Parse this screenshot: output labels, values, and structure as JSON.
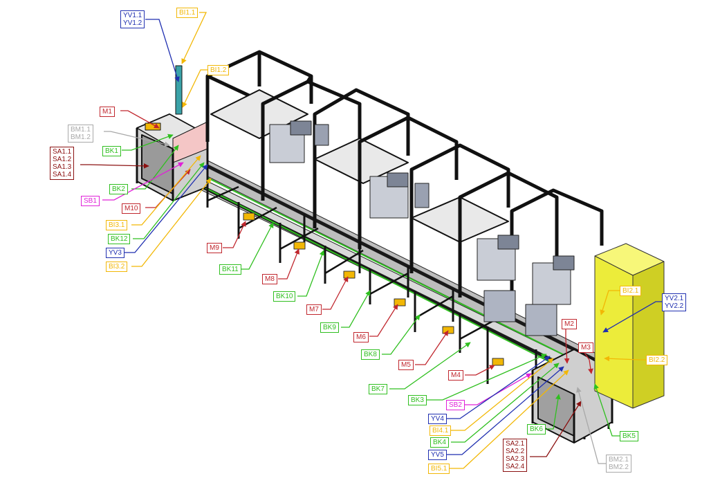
{
  "colors": {
    "red": "#c0262d",
    "green": "#2fbf1f",
    "blue": "#1f2fb0",
    "yellow": "#f2b705",
    "magenta": "#e020d8",
    "gray": "#a8a8a8",
    "darkred": "#8b1010",
    "frame": "#111111",
    "cabinet": "#ecec3a"
  },
  "labels": {
    "yv1": [
      "YV1.1",
      "YV1.2"
    ],
    "bi11": [
      "BI1.1"
    ],
    "bi12": [
      "BI1.2"
    ],
    "m1": [
      "M1"
    ],
    "bm1": [
      "BM1.1",
      "BM1.2"
    ],
    "bk1": [
      "BK1"
    ],
    "sa1": [
      "SA1.1",
      "SA1.2",
      "SA1.3",
      "SA1.4"
    ],
    "bk2": [
      "BK2"
    ],
    "sb1": [
      "SB1"
    ],
    "m10": [
      "M10"
    ],
    "bi31": [
      "BI3.1"
    ],
    "bk12": [
      "BK12"
    ],
    "yv3": [
      "YV3"
    ],
    "bi32": [
      "BI3.2"
    ],
    "m9": [
      "M9"
    ],
    "bk11": [
      "BK11"
    ],
    "m8": [
      "M8"
    ],
    "bk10": [
      "BK10"
    ],
    "m7": [
      "M7"
    ],
    "bk9": [
      "BK9"
    ],
    "m6": [
      "M6"
    ],
    "bk8": [
      "BK8"
    ],
    "m5": [
      "M5"
    ],
    "m4": [
      "M4"
    ],
    "bk7": [
      "BK7"
    ],
    "bk3": [
      "BK3"
    ],
    "sb2": [
      "SB2"
    ],
    "yv4": [
      "YV4"
    ],
    "bi41": [
      "BI4.1"
    ],
    "bk4": [
      "BK4"
    ],
    "yv5": [
      "YV5"
    ],
    "bi51": [
      "BI5.1"
    ],
    "bk6": [
      "BK6"
    ],
    "sa2": [
      "SA2.1",
      "SA2.2",
      "SA2.3",
      "SA2.4"
    ],
    "bm2": [
      "BM2.1",
      "BM2.2"
    ],
    "bk5": [
      "BK5"
    ],
    "m2": [
      "M2"
    ],
    "m3": [
      "M3"
    ],
    "bi21": [
      "BI2.1"
    ],
    "bi22": [
      "BI2.2"
    ],
    "yv2": [
      "YV2.1",
      "YV2.2"
    ]
  }
}
